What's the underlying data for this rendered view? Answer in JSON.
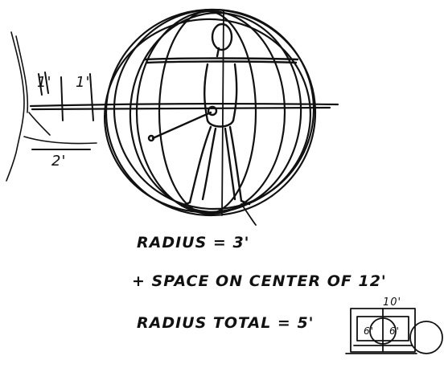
{
  "dimensions": {
    "left_mark": "1'",
    "right_mark": "1'",
    "span": "2'"
  },
  "notes": {
    "line1": "RADIUS = 3'",
    "line2": "+ SPACE ON CENTER OF 12'",
    "line3": "RADIUS TOTAL = 5'"
  },
  "thumbnail": {
    "top_mark": "10'",
    "left_mark": "6'",
    "right_mark": "6'"
  }
}
